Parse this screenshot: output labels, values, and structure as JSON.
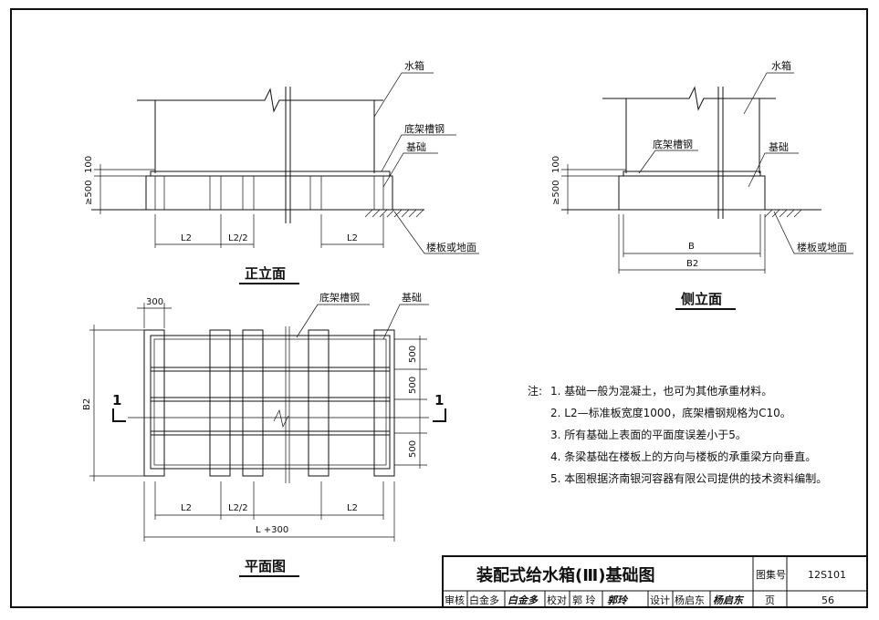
{
  "labels": {
    "water_tank": "水箱",
    "channel_steel": "底架槽钢",
    "foundation": "基础",
    "floor": "楼板或地面",
    "dim_100": "100",
    "dim_500_ge": "≥500",
    "dim_L2": "L2",
    "dim_L2_half": "L2/2",
    "dim_B": "B",
    "dim_B2": "B2",
    "dim_300": "300",
    "dim_500": "500",
    "dim_L300": "L +300",
    "section_mark": "1"
  },
  "view_titles": {
    "front": "正立面",
    "side": "侧立面",
    "plan": "平面图"
  },
  "notes": {
    "prefix": "注:",
    "items": [
      "1. 基础一般为混凝土，也可为其他承重材料。",
      "2. L2—标准板宽度1000，底架槽钢规格为C10。",
      "3. 所有基础上表面的平面度误差小于5。",
      "4. 条梁基础在楼板上的方向与楼板的承重梁方向垂直。",
      "5. 本图根据济南银河容器有限公司提供的技术资料编制。"
    ]
  },
  "title_block": {
    "title": "装配式给水箱(Ⅲ)基础图",
    "atlas_label": "图集号",
    "atlas_no": "12S101",
    "page_label": "页",
    "page_no": "56",
    "review_label": "审核",
    "reviewer": "白金多",
    "reviewer_sig": "白金多",
    "check_label": "校对",
    "checker": "郭 玲",
    "checker_sig": "郭玲",
    "design_label": "设计",
    "designer": "杨启东",
    "designer_sig": "杨启东"
  }
}
